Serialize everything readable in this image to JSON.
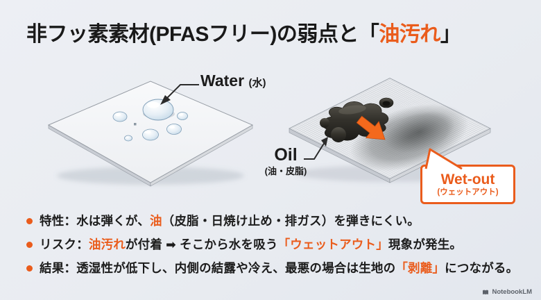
{
  "colors": {
    "accent": "#ea5c1c",
    "arrow-orange": "#f4691c",
    "text": "#1c1c1c",
    "background": "#e9ecf1",
    "watermark": "#5d626a"
  },
  "title": {
    "pre": "非フッ素素材(PFASフリー)の弱点と「",
    "highlight": "油汚れ",
    "post": "」"
  },
  "water_panel": {
    "label": "Water",
    "label_sub": "(水)"
  },
  "oil_panel": {
    "oil_label": "Oil",
    "oil_sub": "(油・皮脂)",
    "wetout_title": "Wet-out",
    "wetout_sub": "(ウェットアウト)"
  },
  "bullets": [
    {
      "pre": "特性：水は弾くが、",
      "em": "油",
      "post": "（皮脂・日焼け止め・排ガス）を弾きにくい。"
    },
    {
      "pre": "リスク：",
      "em": "油汚れ",
      "mid": "が付着 ➡ そこから水を吸う",
      "em2": "「ウェットアウト」",
      "post": "現象が発生。"
    },
    {
      "pre": "結果：透湿性が低下し、内側の結露や冷え、最悪の場合は生地の",
      "em": "「剥離」",
      "post": "につながる。"
    }
  ],
  "watermark": {
    "label": "NotebookLM"
  }
}
